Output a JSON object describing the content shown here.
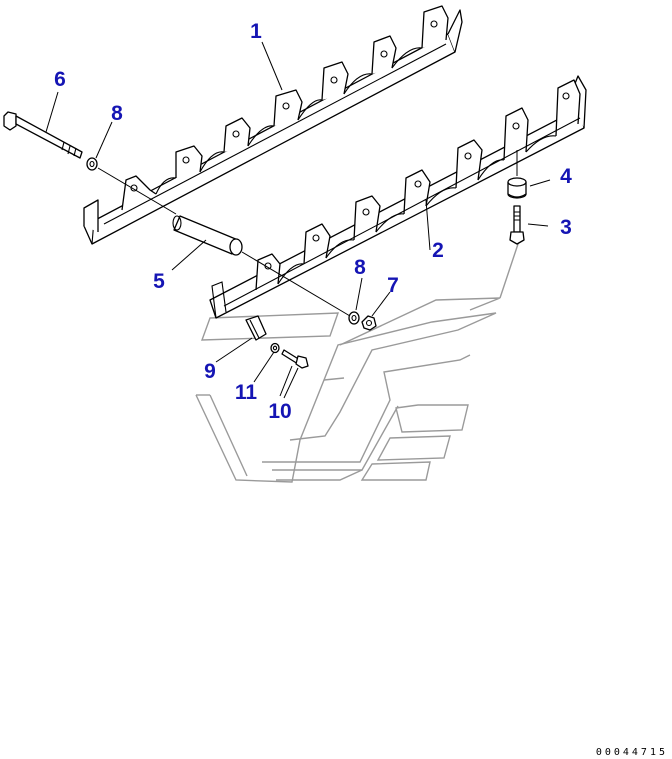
{
  "diagram": {
    "callouts": [
      {
        "id": "c1",
        "label": "1"
      },
      {
        "id": "c2",
        "label": "2"
      },
      {
        "id": "c3",
        "label": "3"
      },
      {
        "id": "c4",
        "label": "4"
      },
      {
        "id": "c5",
        "label": "5"
      },
      {
        "id": "c6",
        "label": "6"
      },
      {
        "id": "c7",
        "label": "7"
      },
      {
        "id": "c8a",
        "label": "8"
      },
      {
        "id": "c8b",
        "label": "8"
      },
      {
        "id": "c9",
        "label": "9"
      },
      {
        "id": "c10",
        "label": "10"
      },
      {
        "id": "c11",
        "label": "11"
      }
    ],
    "drawing_code": "00044715",
    "colors": {
      "callout": "#1515b4",
      "line": "#000000",
      "frame": "#9a9a9a",
      "background": "#ffffff"
    }
  }
}
